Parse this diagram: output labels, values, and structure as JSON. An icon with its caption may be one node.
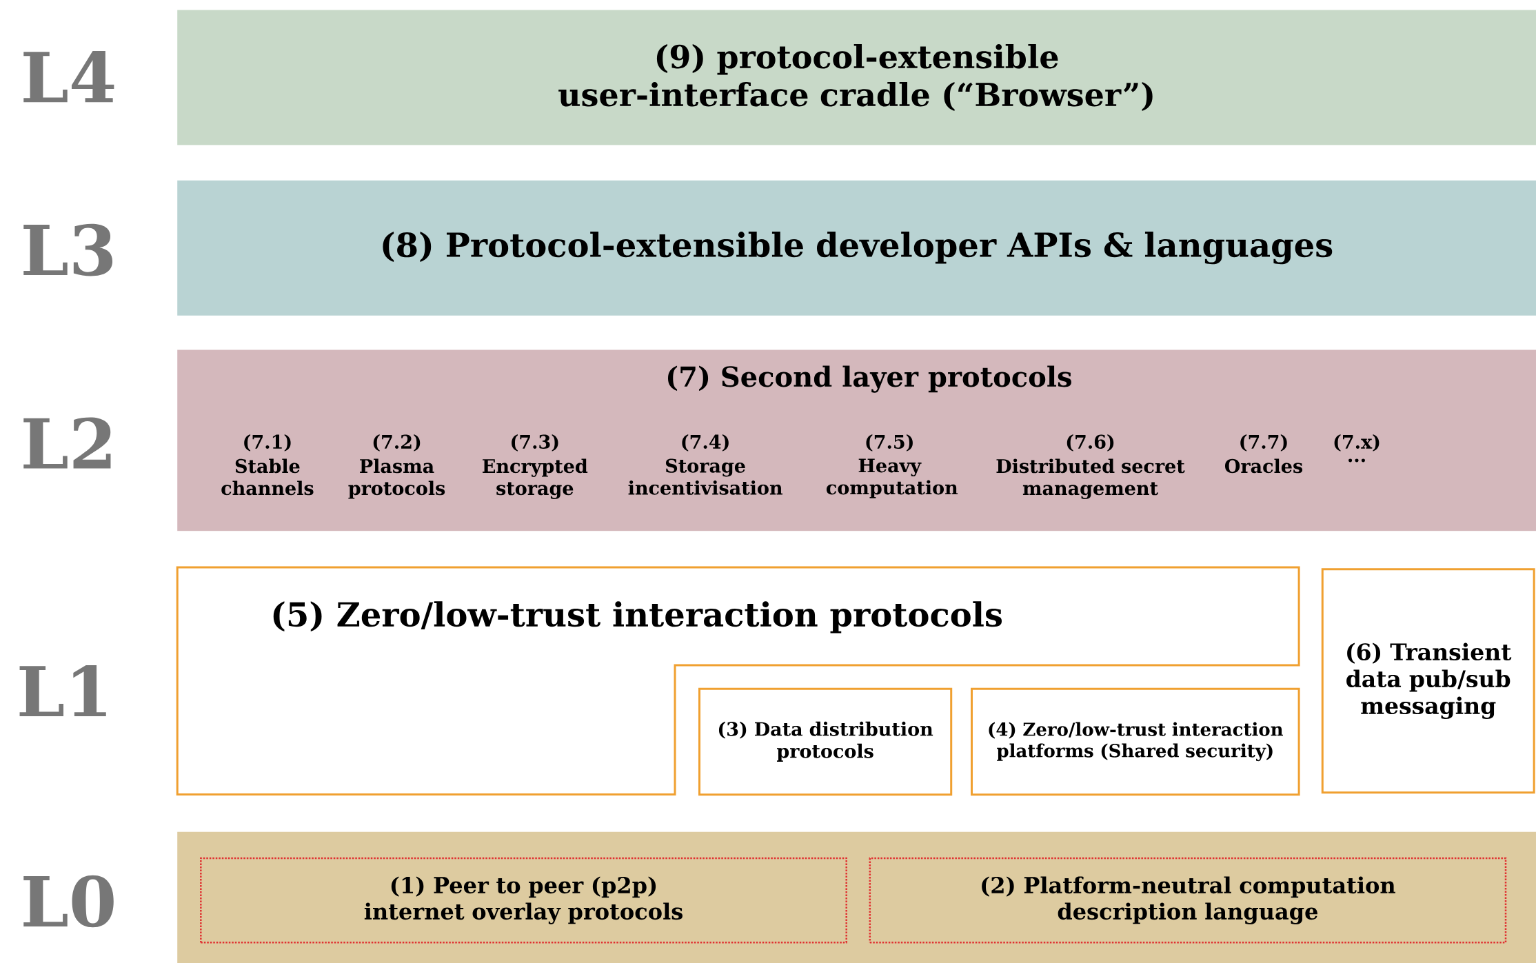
{
  "diagram": {
    "nodes": [
      {
        "text": [
          "(9) protocol-extensible user-interface cradle (“Browser”)"
        ]
      },
      {
        "text": [
          "(8) Protocol-extensible developer APIs & languages"
        ]
      },
      {
        "text": [
          "(7) Second layer protocols",
          "(7.1)",
          "Stable channels",
          "(7.2)",
          "Plasma protocols",
          "(7.3)",
          "Encrypted storage",
          "(7.4)",
          "Storage incentivisation",
          "(7.5)",
          "Heavy computation",
          "(7.6)",
          "Distributed secret management",
          "(7.7)",
          "Oracles",
          "(7.x)",
          "..."
        ]
      },
      {
        "text": [
          "(5) Zero/low-trust interaction protocols"
        ]
      },
      {
        "text": [
          "(3) Data distribution protocols"
        ]
      },
      {
        "text": [
          "(4) Zero/low-trust interaction platforms (Shared security)"
        ]
      },
      {
        "text": [
          "(6) Transient data pub/sub messaging"
        ]
      },
      {
        "text": [],
        "shape": "box"
      },
      {
        "text": [
          "(1) Peer to peer (p2p) internet overlay protocols"
        ],
        "in": 7
      },
      {
        "text": [
          "(2) Platform-neutral computation description language"
        ],
        "in": 7
      }
    ],
    "labels": [
      "L4",
      "L3",
      "L2",
      "L1",
      "L0"
    ]
  }
}
